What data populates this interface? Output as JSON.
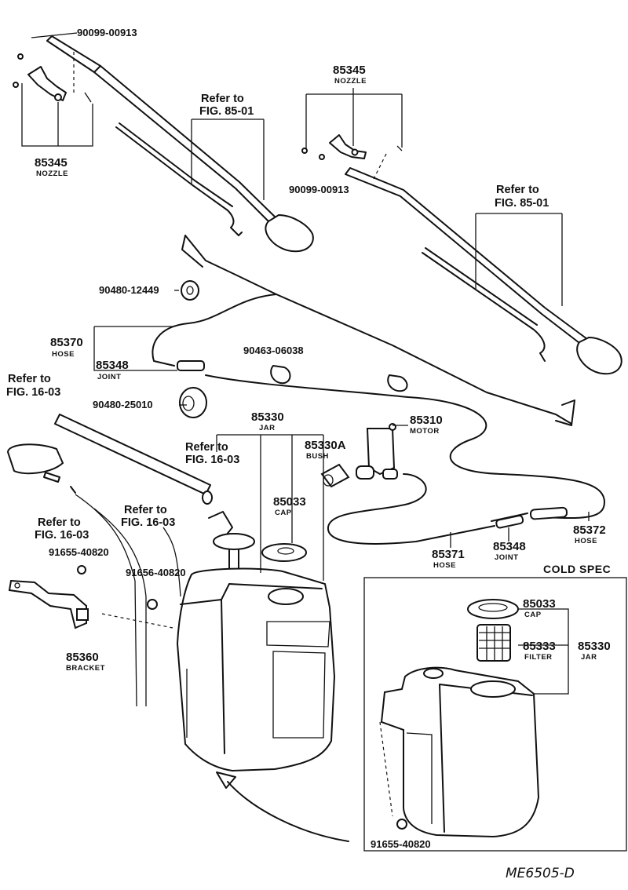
{
  "labels": {
    "p90099_a": "90099-00913",
    "nozzle_left_pn": "85345",
    "nozzle_left_name": "NOZZLE",
    "ref_85_01_a_line1": "Refer to",
    "ref_85_01_a_line2": "FIG. 85-01",
    "nozzle_right_pn": "85345",
    "nozzle_right_name": "NOZZLE",
    "p90099_b": "90099-00913",
    "ref_85_01_b_line1": "Refer to",
    "ref_85_01_b_line2": "FIG. 85-01",
    "p90480_12449": "90480-12449",
    "hose_85370_pn": "85370",
    "hose_85370_name": "HOSE",
    "joint_85348_a_pn": "85348",
    "joint_85348_a_name": "JOINT",
    "p90463": "90463-06038",
    "ref_16_03_a_line1": "Refer to",
    "ref_16_03_a_line2": "FIG. 16-03",
    "p90480_25010": "90480-25010",
    "jar_85330_pn": "85330",
    "jar_85330_name": "JAR",
    "motor_85310_pn": "85310",
    "motor_85310_name": "MOTOR",
    "ref_16_03_b_line1": "Refer to",
    "ref_16_03_b_line2": "FIG. 16-03",
    "bush_pn": "85330A",
    "bush_name": "BUSH",
    "cap_85033_pn": "85033",
    "cap_85033_name": "CAP",
    "ref_16_03_c_line1": "Refer to",
    "ref_16_03_c_line2": "FIG. 16-03",
    "ref_16_03_d_line1": "Refer to",
    "ref_16_03_d_line2": "FIG. 16-03",
    "p91655_a": "91655-40820",
    "p91656": "91656-40820",
    "hose_85371_pn": "85371",
    "hose_85371_name": "HOSE",
    "joint_85348_b_pn": "85348",
    "joint_85348_b_name": "JOINT",
    "hose_85372_pn": "85372",
    "hose_85372_name": "HOSE",
    "bracket_pn": "85360",
    "bracket_name": "BRACKET",
    "cold_spec": "COLD SPEC",
    "cold_cap_pn": "85033",
    "cold_cap_name": "CAP",
    "filter_pn": "85333",
    "filter_name": "FILTER",
    "cold_jar_pn": "85330",
    "cold_jar_name": "JAR",
    "p91655_b": "91655-40820",
    "drawing_code": "ME6505-D"
  }
}
